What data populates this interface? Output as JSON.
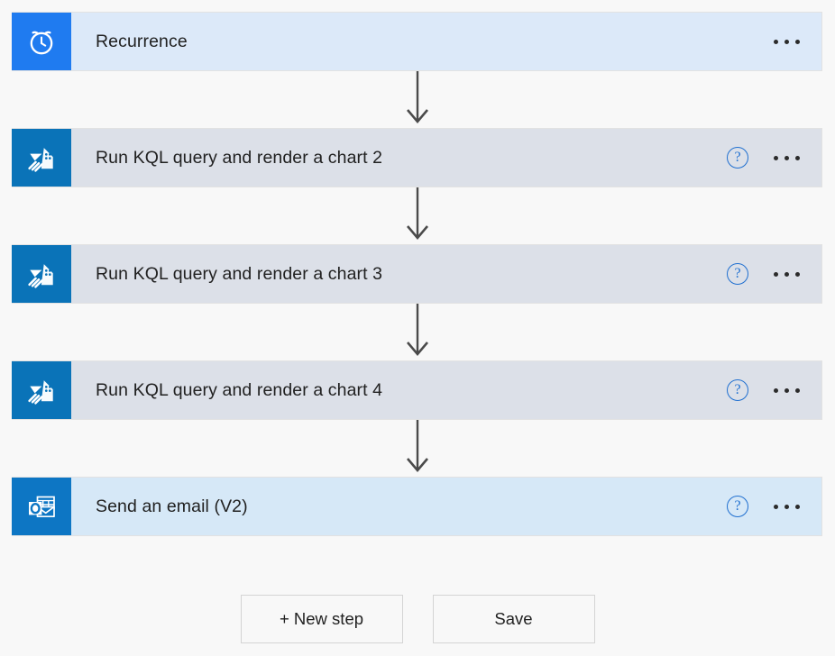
{
  "canvas": {
    "background_color": "#f8f8f8"
  },
  "flow": {
    "steps": [
      {
        "title": "Recurrence",
        "icon": "alarm-clock-icon",
        "icon_color": "#1f7bf0",
        "card_color": "#dce9f9",
        "tone": "tone-trigger",
        "accent": "accent-recurrence",
        "has_help": false,
        "has_menu": true
      },
      {
        "title": "Run KQL query and render a chart 2",
        "icon": "azure-data-explorer-icon",
        "icon_color": "#0a73b8",
        "card_color": "#dce0e8",
        "tone": "tone-action",
        "accent": "accent-kusto",
        "has_help": true,
        "has_menu": true
      },
      {
        "title": "Run KQL query and render a chart 3",
        "icon": "azure-data-explorer-icon",
        "icon_color": "#0a73b8",
        "card_color": "#dce0e8",
        "tone": "tone-action",
        "accent": "accent-kusto",
        "has_help": true,
        "has_menu": true
      },
      {
        "title": "Run KQL query and render a chart 4",
        "icon": "azure-data-explorer-icon",
        "icon_color": "#0a73b8",
        "card_color": "#dce0e8",
        "tone": "tone-action",
        "accent": "accent-kusto",
        "has_help": true,
        "has_menu": true
      },
      {
        "title": "Send an email (V2)",
        "icon": "outlook-icon",
        "icon_color": "#0d76c4",
        "card_color": "#d6e8f7",
        "tone": "tone-mail",
        "accent": "accent-outlook",
        "has_help": true,
        "has_menu": true
      }
    ],
    "connector": {
      "icon": "down-arrow-icon",
      "color": "#4a4a4a",
      "count": 4
    },
    "help_icon_label": "?",
    "help_icon_color": "#1f6fd0",
    "menu_icon_label": "···"
  },
  "footer": {
    "new_step_label": "+ New step",
    "save_label": "Save"
  }
}
